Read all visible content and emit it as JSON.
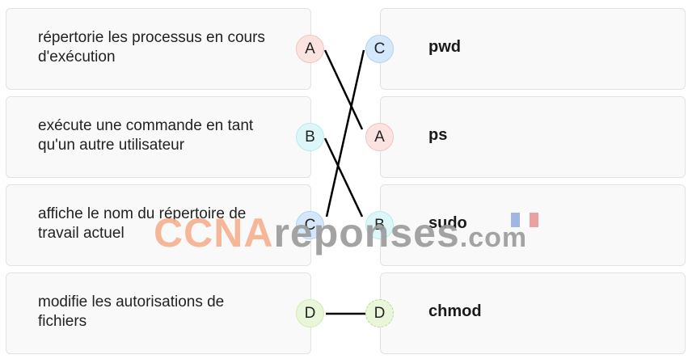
{
  "left_items": [
    {
      "letter": "A",
      "text": "répertorie les processus en cours d'exécution"
    },
    {
      "letter": "B",
      "text": "exécute une commande en tant qu'un autre utilisateur"
    },
    {
      "letter": "C",
      "text": "affiche le nom du répertoire de travail actuel"
    },
    {
      "letter": "D",
      "text": "modifie les autorisations de fichiers"
    }
  ],
  "right_items": [
    {
      "letter": "C",
      "text": "pwd"
    },
    {
      "letter": "A",
      "text": "ps"
    },
    {
      "letter": "B",
      "text": "sudo"
    },
    {
      "letter": "D",
      "text": "chmod"
    }
  ],
  "matches": [
    {
      "from": "A",
      "to": "A"
    },
    {
      "from": "B",
      "to": "B"
    },
    {
      "from": "C",
      "to": "C"
    },
    {
      "from": "D",
      "to": "D"
    }
  ],
  "colors": {
    "A": "#fbe3e1",
    "B": "#ddf7f8",
    "C": "#d5e7fb",
    "D": "#eaf6d9",
    "line": "#000000"
  },
  "watermark": {
    "part1": "CCNA",
    "part2": "reponses",
    "part3": ".com"
  },
  "flag_icon": "france-flag-icon"
}
